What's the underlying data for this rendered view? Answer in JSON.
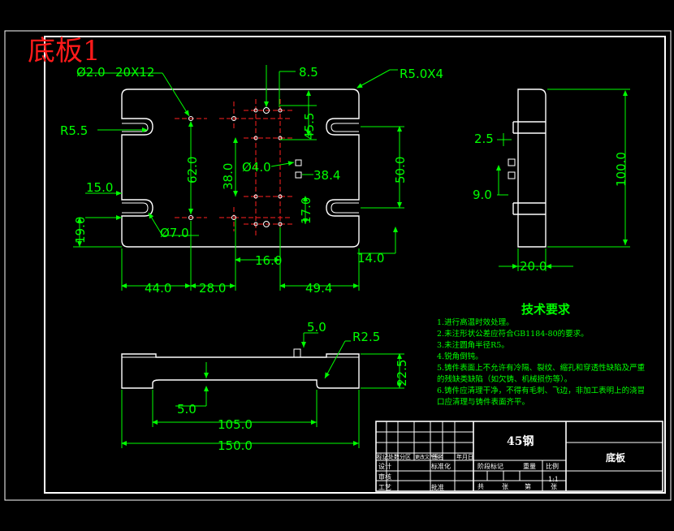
{
  "sheet_title": "底板1",
  "colors": {
    "background": "#000000",
    "outline": "#ffffff",
    "dimension": "#00ff00",
    "centerline": "#ff2020",
    "title": "#ff1a1a",
    "note_text": "#00ff00"
  },
  "plan_view": {
    "label_hole_small": "Ø2.0",
    "label_pocket": "20X12",
    "label_spacing_top": "8.5",
    "label_corner_radius": "R5.0X4",
    "label_slot_radius": "R5.5",
    "label_height_62": "62.0",
    "label_height_455": "45.5",
    "label_height_50": "50.0",
    "label_width_15": "15.0",
    "label_hole_4": "Ø4.0",
    "label_38": "38.0",
    "label_384": "38.4",
    "label_17": "17.0",
    "label_19": "19.0",
    "label_hole_7": "Ø7.0",
    "label_16": "16.0",
    "label_14": "14.0",
    "label_44": "44.0",
    "label_28": "28.0",
    "label_494": "49.4"
  },
  "side_view": {
    "label_25": "2.5",
    "label_9": "9.0",
    "label_100": "100.0",
    "label_20": "20.0"
  },
  "front_view": {
    "label_5top": "5.0",
    "label_r25": "R2.5",
    "label_225": "22.5",
    "label_5bot": "5.0",
    "label_105": "105.0",
    "label_150": "150.0"
  },
  "technical_requirements": {
    "heading": "技术要求",
    "lines": [
      "1.进行高温时效处理。",
      "2.未注形状公差应符合GB1184-80的要求。",
      "3.未注圆角半径R5。",
      "4.锐角倒钝。",
      "5.铸件表面上不允许有冷隔、裂纹、缩孔和穿透性缺陷及严重",
      "的残缺类缺陷（如欠铸、机械损伤等）。",
      "6.铸件应清理干净，不得有毛刺、飞边，非加工表明上的浇冒",
      "口应清理与铸件表面齐平。"
    ]
  },
  "title_block": {
    "material": "45钢",
    "part_name": "底板",
    "scale": "1:1",
    "row_labels_left": [
      "标记",
      "处数",
      "分区",
      "更改文件号",
      "签名",
      "年月日"
    ],
    "designer_row": [
      "设计",
      "",
      "标准化"
    ],
    "review_row": [
      "审核",
      "",
      ""
    ],
    "process_row": [
      "工艺",
      "",
      "批准"
    ],
    "stage_labels": [
      "阶段标记",
      "重量",
      "比例"
    ],
    "sheet_labels": [
      "共",
      "张",
      "第",
      "张"
    ]
  }
}
